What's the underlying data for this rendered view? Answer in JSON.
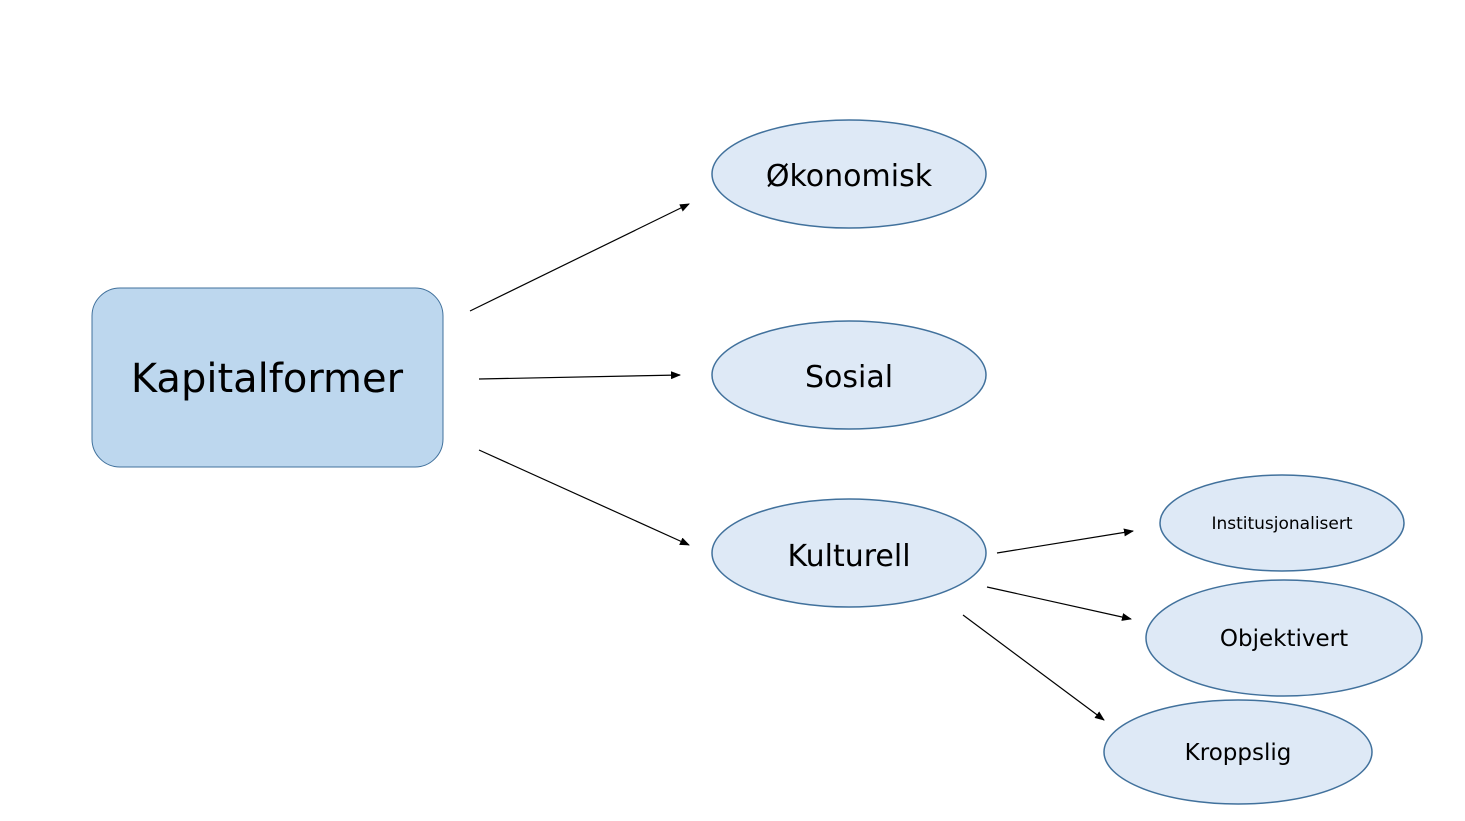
{
  "diagram": {
    "root": {
      "label": "Kapitalformer"
    },
    "children": [
      {
        "id": "okonomisk",
        "label": "Økonomisk"
      },
      {
        "id": "sosial",
        "label": "Sosial"
      },
      {
        "id": "kulturell",
        "label": "Kulturell"
      }
    ],
    "subchildren": [
      {
        "id": "institusjonalisert",
        "label": "Institusjonalisert"
      },
      {
        "id": "objektivert",
        "label": "Objektivert"
      },
      {
        "id": "kroppslig",
        "label": "Kroppslig"
      }
    ],
    "colors": {
      "root_fill": "#bdd7ee",
      "ellipse_fill": "#dee9f6",
      "stroke": "#41719c",
      "arrow": "#000000"
    }
  }
}
